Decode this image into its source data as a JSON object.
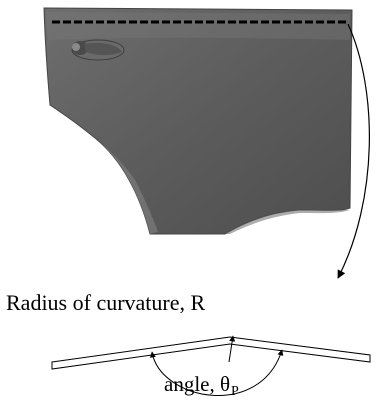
{
  "labels": {
    "radius": "Radius of curvature, R",
    "angle_prefix": "angle, ",
    "theta": "θ",
    "theta_subscript": "P"
  },
  "colors": {
    "panel_light": "#8a8a8a",
    "panel_dark": "#4a4a4a",
    "panel_edge": "#2f2f2f",
    "dashed_line": "#000000",
    "strip_outline": "#000000"
  }
}
